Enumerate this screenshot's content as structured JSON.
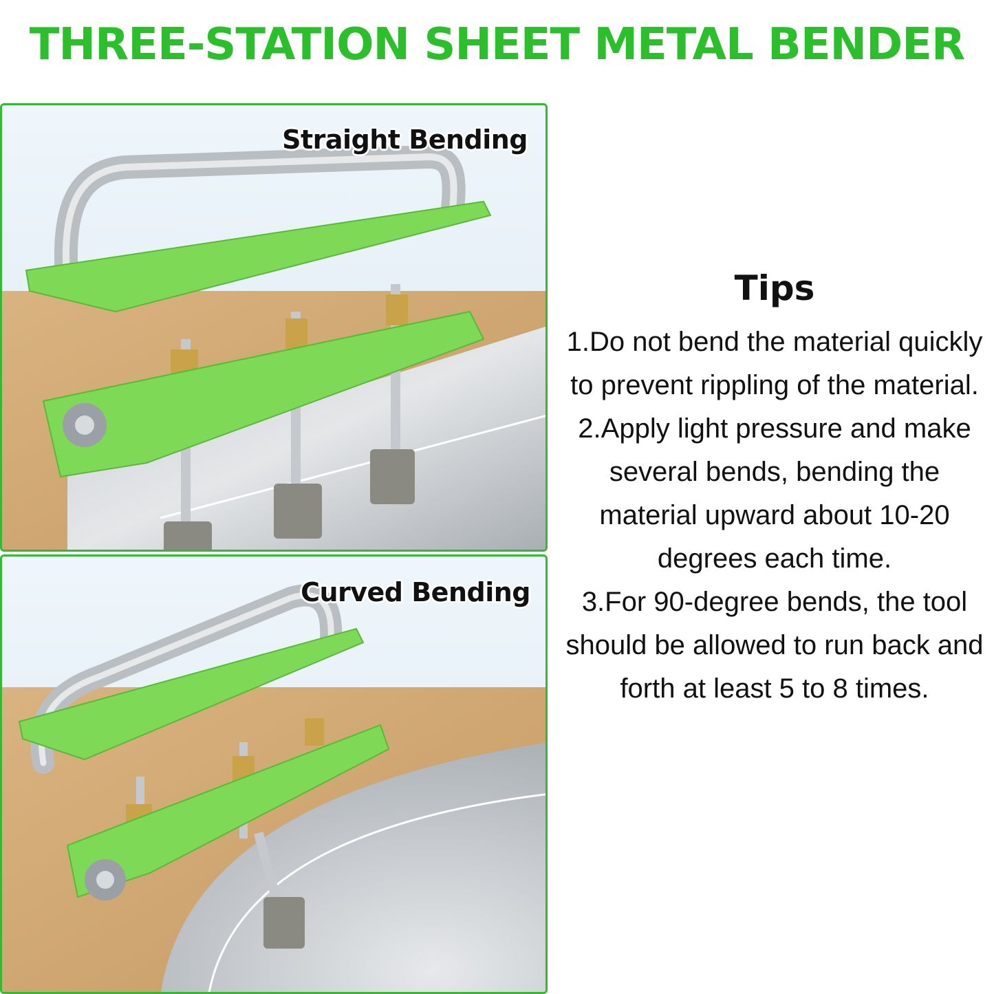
{
  "title": "THREE-STATION SHEET METAL BENDER",
  "panels": [
    {
      "label": "Straight Bending",
      "image": "sheet-metal-bender-straight-bending-photo"
    },
    {
      "label": "Curved Bending",
      "image": "sheet-metal-bender-curved-bending-photo"
    }
  ],
  "tips": {
    "heading": "Tips",
    "items": [
      "1.Do not bend the material quickly to prevent rippling of the material.",
      "2.Apply light pressure and make several bends, bending the material upward about 10-20 degrees each time.",
      "3.For 90-degree bends, the tool should be allowed to run back and forth at least 5 to 8 times."
    ]
  },
  "colors": {
    "accent": "#2cbf2c",
    "tool_green": "#7ed957",
    "text": "#111111"
  }
}
